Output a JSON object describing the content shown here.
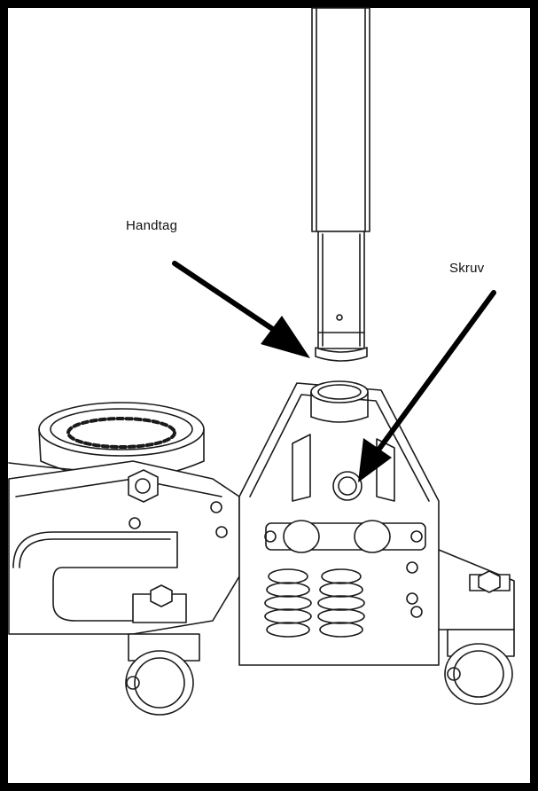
{
  "labels": {
    "handle": "Handtag",
    "screw": "Skruv"
  },
  "colors": {
    "line": "#1a1a1a",
    "frame": "#000000",
    "background": "#ffffff"
  },
  "icons": [
    "floor-jack-illustration",
    "handle-pointer-arrow",
    "screw-pointer-arrow"
  ]
}
